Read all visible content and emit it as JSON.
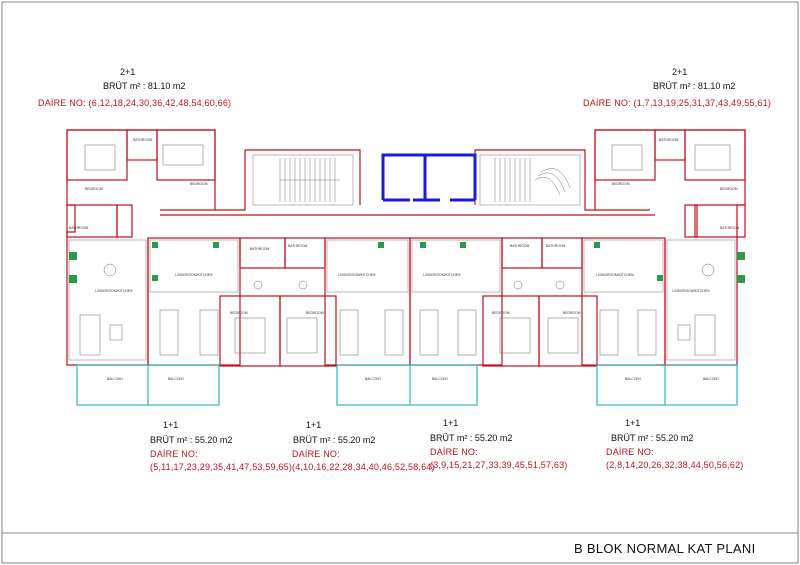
{
  "plan_title": "B BLOK NORMAL KAT PLANI",
  "units_2plus1": [
    {
      "type": "2+1",
      "area": "BRÜT m² : 81.10 m2",
      "daire": "DAİRE NO: (6,12,18,24,30,36,42,48,54,60,66)"
    },
    {
      "type": "2+1",
      "area": "BRÜT m² : 81.10 m2",
      "daire": "DAİRE NO: (1,7,13,19,25,31,37,43,49,55,61)"
    }
  ],
  "units_1plus1": [
    {
      "type": "1+1",
      "area": "BRÜT m² : 55.20 m2",
      "daire_label": "DAİRE NO:",
      "daire": "(5,11,17,23,29,35,41,47,53,59,65)"
    },
    {
      "type": "1+1",
      "area": "BRÜT m² : 55.20 m2",
      "daire_label": "DAİRE NO:",
      "daire": "(4,10,16,22,28,34,40,46,52,58,64)"
    },
    {
      "type": "1+1",
      "area": "BRÜT m² : 55.20 m2",
      "daire_label": "DAİRE NO:",
      "daire": "(3,9,15,21,27,33,39,45,51,57,63)"
    },
    {
      "type": "1+1",
      "area": "BRÜT m² : 55.20 m2",
      "daire_label": "DAİRE NO:",
      "daire": "(2,8,14,20,26,32,38,44,50,56,62)"
    }
  ],
  "rooms": {
    "bathroom": "BATHROOM",
    "bedroom": "BEDROOM",
    "living": "LIVINGROOM/KITCHEN",
    "balcony": "BALCONY"
  },
  "colors": {
    "wall": "#c0121b",
    "balcony": "#2fb3c4",
    "elevator": "#1a1adf",
    "line": "#555555"
  }
}
